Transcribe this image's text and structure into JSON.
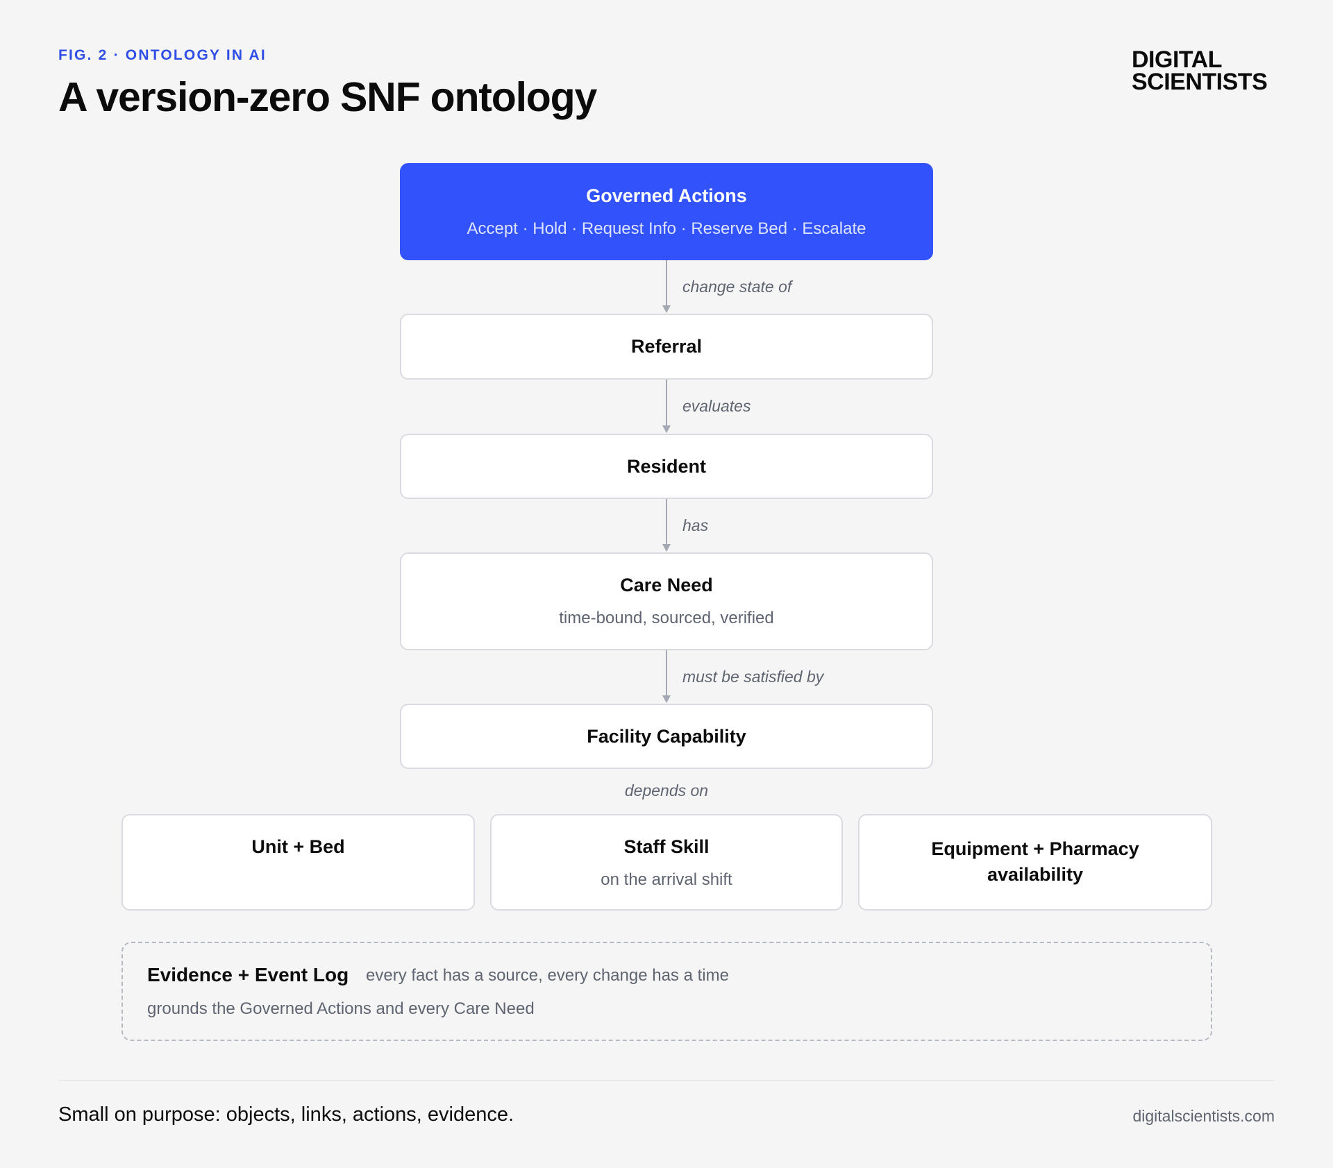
{
  "header": {
    "eyebrow": "FIG. 2 · ONTOLOGY IN AI",
    "title": "A version-zero SNF ontology",
    "logo_line1": "DIGITAL",
    "logo_line2": "SCIENTISTS"
  },
  "colors": {
    "accent": "#3252fb",
    "eyebrow": "#2f4ee6",
    "box_border": "#d9dbe1",
    "connector": "#a3a8b2",
    "muted_text": "#5e6470",
    "background": "#f5f5f5"
  },
  "nodes": {
    "governed_actions": {
      "title": "Governed Actions",
      "subtitle": "Accept · Hold · Request Info · Reserve Bed · Escalate"
    },
    "referral": {
      "title": "Referral"
    },
    "resident": {
      "title": "Resident"
    },
    "care_need": {
      "title": "Care Need",
      "subtitle": "time-bound, sourced, verified"
    },
    "facility_capability": {
      "title": "Facility Capability"
    },
    "unit_bed": {
      "title": "Unit + Bed"
    },
    "staff_skill": {
      "title": "Staff Skill",
      "subtitle": "on the arrival shift"
    },
    "equipment_pharmacy": {
      "title": "Equipment + Pharmacy availability"
    }
  },
  "edges": {
    "change_state_of": "change state of",
    "evaluates": "evaluates",
    "has": "has",
    "must_be_satisfied_by": "must be satisfied by",
    "depends_on": "depends on"
  },
  "evidence": {
    "title": "Evidence + Event Log",
    "tagline": "every fact has a source, every change has a time",
    "subtitle": "grounds the Governed Actions and every Care Need"
  },
  "footer": {
    "caption": "Small on purpose: objects, links, actions, evidence.",
    "site": "digitalscientists.com"
  }
}
